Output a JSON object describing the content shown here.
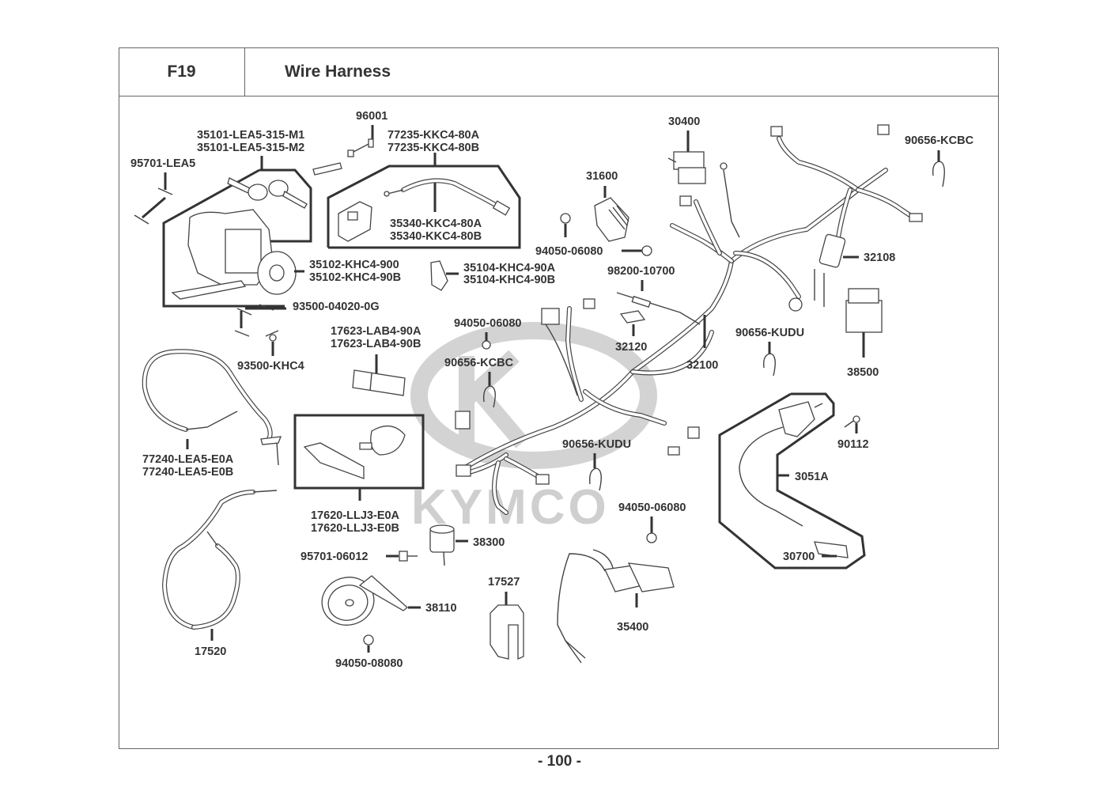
{
  "header": {
    "section_code": "F19",
    "title": "Wire Harness"
  },
  "footer": {
    "page_number": "- 100 -"
  },
  "watermark": {
    "brand": "KYMCO"
  },
  "callouts": {
    "key_set": [
      "35101-LEA5-315-M1",
      "35101-LEA5-315-M2"
    ],
    "bolt_lea5": "95701-LEA5",
    "item_96001": "96001",
    "cable_77235": [
      "77235-KKC4-80A",
      "77235-KKC4-80B"
    ],
    "switch_35340": [
      "35340-KKC4-80A",
      "35340-KKC4-80B"
    ],
    "ignition_35102": [
      "35102-KHC4-900",
      "35102-KHC4-90B"
    ],
    "cover_35104": [
      "35104-KHC4-90A",
      "35104-KHC4-90B"
    ],
    "screw_93500_04020": "93500-04020-0G",
    "screw_93500_khc4": "93500-KHC4",
    "nut_94050_a": "94050-06080",
    "clip_90656_kcbc_a": "90656-KCBC",
    "lens_17623": [
      "17623-LAB4-90A",
      "17623-LAB4-90B"
    ],
    "cable_77240": [
      "77240-LEA5-E0A",
      "77240-LEA5-E0B"
    ],
    "meter_17620": [
      "17620-LLJ3-E0A",
      "17620-LLJ3-E0B"
    ],
    "cable_17520": "17520",
    "relay_38300": "38300",
    "bolt_95701_06012": "95701-06012",
    "horn_38110": "38110",
    "nut_94050_08080": "94050-08080",
    "bracket_17527": "17527",
    "switch_35400": "35400",
    "nut_94050_c": "94050-06080",
    "clip_90656_kudu_b": "90656-KUDU",
    "cdi_30400": "30400",
    "regulator_31600": "31600",
    "nut_94050_b": "94050-06080",
    "fuse_98200": "98200-10700",
    "fuse_holder_32120": "32120",
    "harness_32100": "32100",
    "clip_90656_kudu_a": "90656-KUDU",
    "clip_90656_kcbc_b": "90656-KCBC",
    "harness_32108": "32108",
    "flasher_38500": "38500",
    "screw_90112": "90112",
    "cable_3051a": "3051A",
    "cap_30700": "30700"
  }
}
